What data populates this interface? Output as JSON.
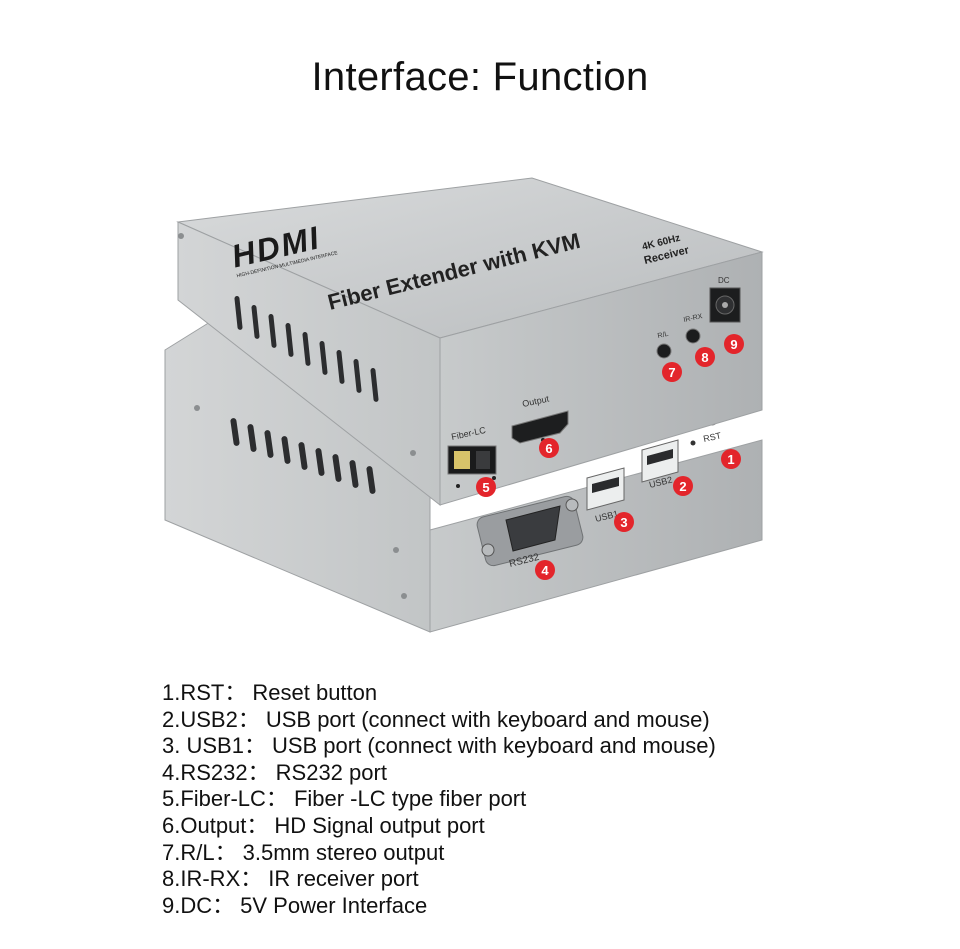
{
  "title": "Interface: Function",
  "device": {
    "brand_logo": "HDMI",
    "brand_tagline": "HIGH-DEFINITION MULTIMEDIA INTERFACE",
    "product_name": "Fiber Extender with KVM",
    "model_line1": "4K 60Hz",
    "model_line2": "Receiver",
    "port_labels": {
      "dc": "DC",
      "ir_rx": "IR-RX",
      "rl": "R/L",
      "rst": "RST",
      "usb2": "USB2",
      "usb1": "USB1",
      "output": "Output",
      "fiber": "Fiber-LC",
      "rs232": "RS232"
    },
    "badges": [
      "1",
      "2",
      "3",
      "4",
      "5",
      "6",
      "7",
      "8",
      "9"
    ],
    "colors": {
      "casing_top": "#c9cccd",
      "casing_front": "#b7babc",
      "badge": "#e3252b"
    }
  },
  "functions": [
    {
      "num": "1.",
      "name": "RST：",
      "desc": "Reset button"
    },
    {
      "num": "2.",
      "name": "USB2：",
      "desc": "USB port (connect with keyboard and mouse)"
    },
    {
      "num": "3. ",
      "name": "USB1：",
      "desc": "USB port (connect with keyboard and mouse)"
    },
    {
      "num": "4.",
      "name": "RS232：",
      "desc": "RS232 port"
    },
    {
      "num": "5.",
      "name": "Fiber-LC：",
      "desc": "Fiber -LC type fiber port"
    },
    {
      "num": "6.",
      "name": "Output：",
      "desc": "HD Signal output port"
    },
    {
      "num": "7.",
      "name": "R/L：",
      "desc": "3.5mm stereo output"
    },
    {
      "num": "8.",
      "name": "IR-RX：",
      "desc": "IR receiver port"
    },
    {
      "num": "9.",
      "name": "DC：",
      "desc": "5V Power Interface"
    }
  ]
}
